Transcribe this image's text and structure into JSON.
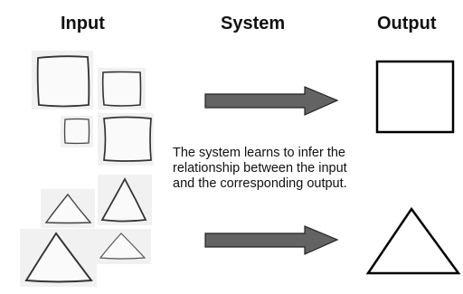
{
  "headers": {
    "input": "Input",
    "system": "System",
    "output": "Output"
  },
  "caption_lines": [
    "The system learns to infer the",
    "relationship between the input",
    "and the corresponding output."
  ],
  "colors": {
    "arrow_fill": "#636363",
    "arrow_stroke": "#222222",
    "sketch_stroke": "#333333",
    "photo_background": "#f1f1f1",
    "sketch_fill": "#fafafa"
  },
  "shapes": {
    "input_squares": 4,
    "input_triangles": 4,
    "output_square": "square-icon",
    "output_triangle": "triangle-icon"
  }
}
